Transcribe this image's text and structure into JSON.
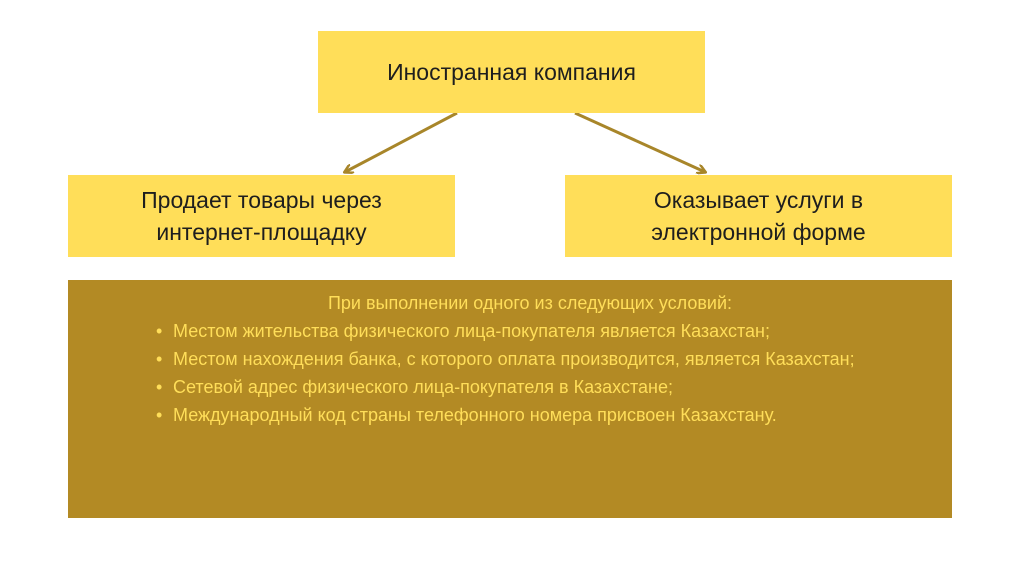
{
  "top_box": {
    "label": "Иностранная компания"
  },
  "left_box": {
    "label": "Продает товары через\nинтернет-площадку"
  },
  "right_box": {
    "label": "Оказывает услуги в\nэлектронной форме"
  },
  "conditions": {
    "title": "При выполнении одного из следующих условий:",
    "items": [
      "Местом жительства физического лица-покупателя является Казахстан;",
      "Местом нахождения банка, с которого оплата производится, является Казахстан;",
      "Сетевой адрес физического лица-покупателя в Казахстане;",
      "Международный код страны телефонного номера присвоен Казахстану."
    ],
    "bullet": "•"
  },
  "colors": {
    "box_fill": "#ffde59",
    "panel_fill": "#b38a24",
    "arrow": "#a8862a",
    "panel_text": "#ffde59"
  }
}
